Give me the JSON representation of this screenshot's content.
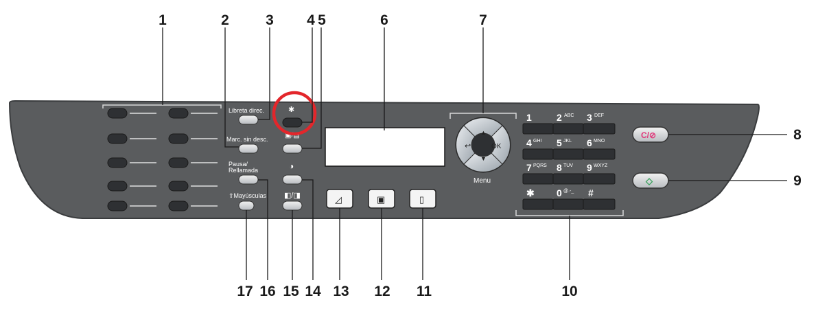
{
  "callouts": {
    "c1": "1",
    "c2": "2",
    "c3": "3",
    "c4": "4",
    "c5": "5",
    "c6": "6",
    "c7": "7",
    "c8": "8",
    "c9": "9",
    "c10": "10",
    "c11": "11",
    "c12": "12",
    "c13": "13",
    "c14": "14",
    "c15": "15",
    "c16": "16",
    "c17": "17"
  },
  "labels": {
    "libreta": "Libreta direc.",
    "marc": "Marc. sin desc.",
    "pausa1": "Pausa/",
    "pausa2": "Rellamada",
    "mayus": "⇧Mayúsculas",
    "menu": "Menu",
    "ok": "OK"
  },
  "keypad": [
    {
      "num": "1",
      "sup": ""
    },
    {
      "num": "2",
      "sup": "ABC"
    },
    {
      "num": "3",
      "sup": "DEF"
    },
    {
      "num": "4",
      "sup": "GHI"
    },
    {
      "num": "5",
      "sup": "JKL"
    },
    {
      "num": "6",
      "sup": "MNO"
    },
    {
      "num": "7",
      "sup": "PQRS"
    },
    {
      "num": "8",
      "sup": "TUV"
    },
    {
      "num": "9",
      "sup": "WXYZ"
    },
    {
      "num": "✱",
      "sup": ""
    },
    {
      "num": "0",
      "sup": "@.-_"
    },
    {
      "num": "#",
      "sup": ""
    }
  ],
  "buttons": {
    "clear_stop": "C/⊘",
    "start": "◇"
  },
  "colors": {
    "panel": "#5a5c5e",
    "button": "#2e3033",
    "highlight_circle": "#e3262b",
    "clear_stop_text": "#e0387a",
    "start_text": "#2f9e54"
  }
}
